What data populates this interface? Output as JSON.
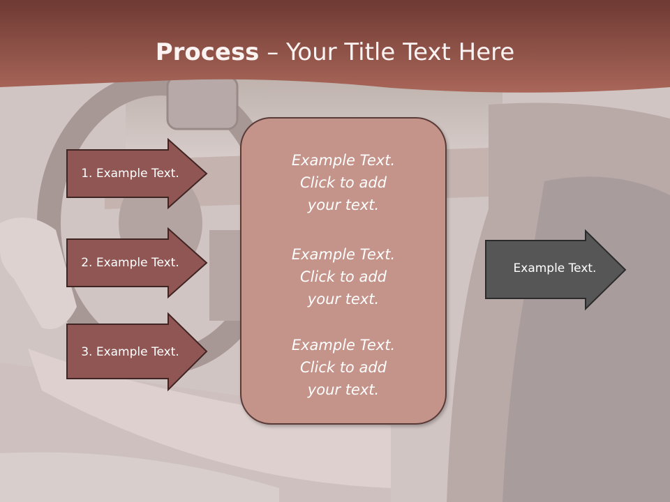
{
  "slide": {
    "title_bold": "Process",
    "title_rest": " – Your Title Text Here"
  },
  "steps": [
    {
      "label": "1. Example Text."
    },
    {
      "label": "2. Example Text."
    },
    {
      "label": "3. Example Text."
    }
  ],
  "center": {
    "paragraphs": [
      {
        "line1": "Example Text.",
        "line2": "Click  to add",
        "line3": "your text."
      },
      {
        "line1": "Example Text.",
        "line2": "Click  to add",
        "line3": "your text."
      },
      {
        "line1": "Example Text.",
        "line2": "Click  to add",
        "line3": "your text."
      }
    ]
  },
  "result": {
    "label": "Example Text."
  },
  "colors": {
    "header": "#8d4d45",
    "step_fill": "#8f5653",
    "result_fill": "#575657",
    "center_fill": "#c49389"
  },
  "background_icon": "car-interior-photo"
}
